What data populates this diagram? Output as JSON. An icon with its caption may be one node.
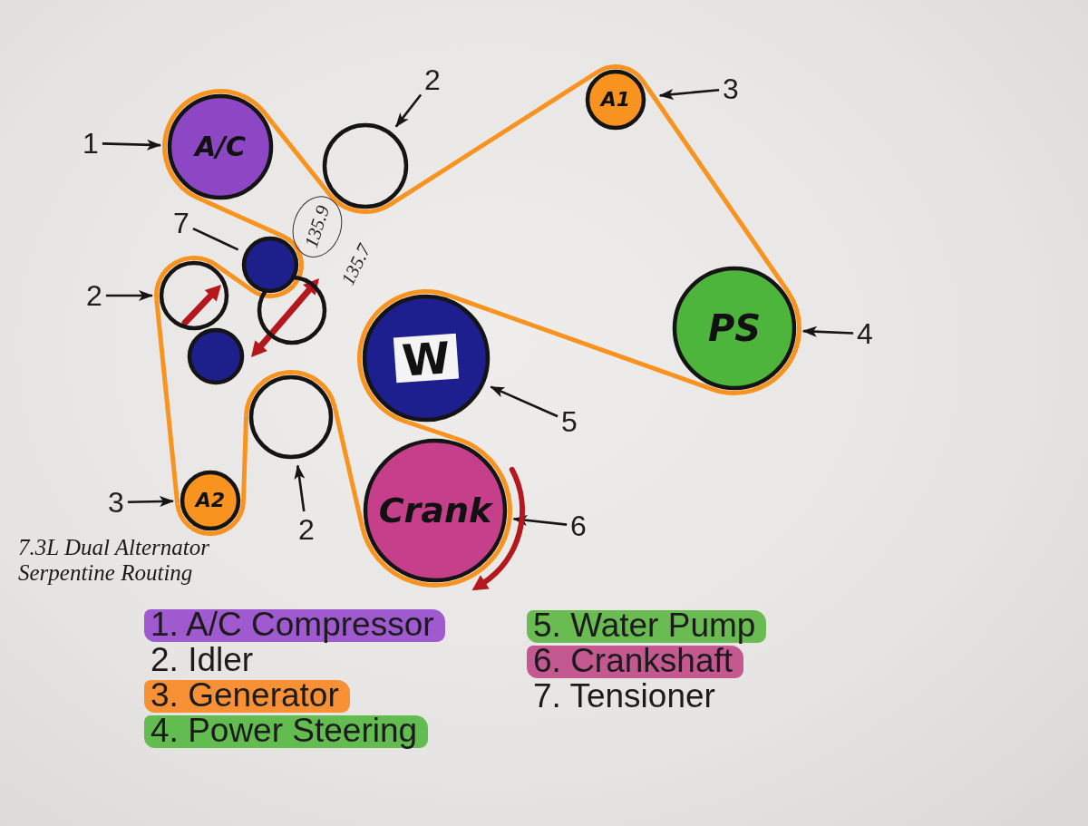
{
  "diagram": {
    "title": "7.3L Dual Alternator Serpentine Routing",
    "nodes": [
      {
        "text": [
          "1"
        ]
      },
      {
        "text": [
          "A/C"
        ]
      },
      {
        "text": [
          "2"
        ]
      },
      {
        "text": [],
        "shape": "circle"
      },
      {
        "text": [
          "A1"
        ]
      },
      {
        "text": [
          "3"
        ]
      },
      {
        "text": [
          "7"
        ]
      },
      {
        "text": [],
        "shape": "circle"
      },
      {
        "text": [
          "2"
        ]
      },
      {
        "text": [],
        "shape": "circle"
      },
      {
        "text": [],
        "shape": "circle"
      },
      {
        "text": [],
        "shape": "circle"
      },
      {
        "text": [
          "PS"
        ]
      },
      {
        "text": [
          "4"
        ]
      },
      {
        "text": [
          "W"
        ]
      },
      {
        "text": [],
        "shape": "circle"
      },
      {
        "text": [
          "5"
        ]
      },
      {
        "text": [
          "3"
        ]
      },
      {
        "text": [
          "A2"
        ]
      },
      {
        "text": [
          "Crank"
        ]
      },
      {
        "text": [
          "6"
        ]
      },
      {
        "text": [
          "2"
        ]
      }
    ],
    "edges": [
      {
        "from": 0,
        "to": 1,
        "arrow": "to"
      },
      {
        "from": 2,
        "to": 3,
        "arrow": "to"
      },
      {
        "from": 5,
        "to": 4,
        "arrow": "to"
      },
      {
        "from": 6,
        "to": 7,
        "arrow": "none"
      },
      {
        "from": 8,
        "to": 9,
        "arrow": "to"
      },
      {
        "from": 13,
        "to": 12,
        "arrow": "to"
      },
      {
        "from": 16,
        "to": 14,
        "arrow": "to"
      },
      {
        "from": 17,
        "to": 18,
        "arrow": "to"
      },
      {
        "from": 20,
        "to": 19,
        "arrow": "to"
      },
      {
        "from": 21,
        "to": 15,
        "arrow": "to"
      },
      {
        "from": 1,
        "to": 3,
        "arrow": "none",
        "style": "thick",
        "color": "#f7931e"
      },
      {
        "from": 3,
        "to": 4,
        "arrow": "none",
        "style": "thick",
        "color": "#f7931e"
      },
      {
        "from": 4,
        "to": 12,
        "arrow": "none",
        "style": "thick",
        "color": "#f7931e"
      },
      {
        "from": 12,
        "to": 14,
        "arrow": "none",
        "style": "thick",
        "color": "#f7931e"
      },
      {
        "from": 14,
        "to": 19,
        "arrow": "none",
        "style": "thick",
        "color": "#f7931e"
      },
      {
        "from": 19,
        "to": 15,
        "arrow": "none",
        "style": "thick",
        "color": "#f7931e"
      },
      {
        "from": 15,
        "to": 18,
        "arrow": "none",
        "style": "thick",
        "color": "#f7931e"
      },
      {
        "from": 18,
        "to": 9,
        "arrow": "none",
        "style": "thick",
        "color": "#f7931e"
      },
      {
        "from": 9,
        "to": 7,
        "arrow": "none",
        "style": "thick",
        "color": "#f7931e"
      },
      {
        "from": 7,
        "to": 1,
        "arrow": "none",
        "style": "thick",
        "color": "#f7931e"
      }
    ],
    "labels": [
      "135.9",
      "135.7"
    ],
    "legend": [
      {
        "text": "1. A/C Compressor",
        "color": "#9a52cc"
      },
      {
        "text": "2. Idler"
      },
      {
        "text": "3. Generator",
        "color": "#f98b2b"
      },
      {
        "text": "4. Power Steering",
        "color": "#5cb947"
      },
      {
        "text": "5. Water Pump",
        "color": "#62b84a"
      },
      {
        "text": "6. Crankshaft",
        "color": "#c2508c"
      },
      {
        "text": "7. Tensioner"
      }
    ]
  }
}
